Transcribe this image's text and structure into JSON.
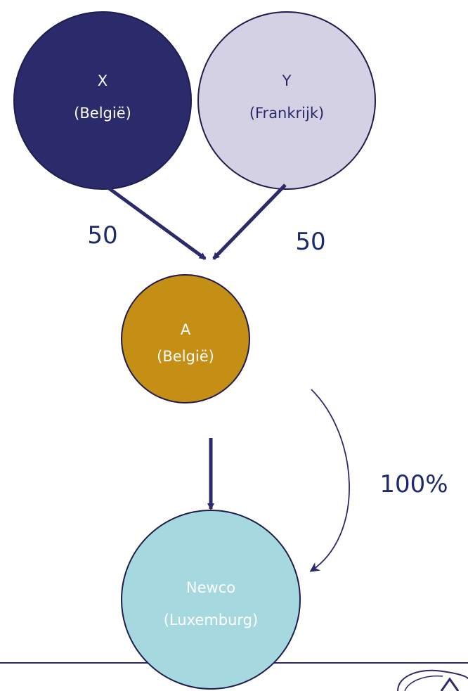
{
  "colors": {
    "node_x": "#2b2a6a",
    "node_y": "#d3d1e3",
    "node_a_main": "#c48f14",
    "node_a_part": "#eec562",
    "node_newco": "#a6d9df",
    "stroke": "#1f1d50",
    "arrow": "#2b2a6a",
    "label": "#1f2a6b"
  },
  "nodes": {
    "x": {
      "name": "X",
      "country": "(België)"
    },
    "y": {
      "name": "Y",
      "country": "(Frankrijk)"
    },
    "a": {
      "name": "A",
      "country": "(België)"
    },
    "newco": {
      "name": "Newco",
      "country": "(Luxemburg)"
    }
  },
  "edges": {
    "x_to_a": {
      "label": "50"
    },
    "y_to_a": {
      "label": "50"
    },
    "a_to_newco": {
      "label": "100%"
    }
  }
}
